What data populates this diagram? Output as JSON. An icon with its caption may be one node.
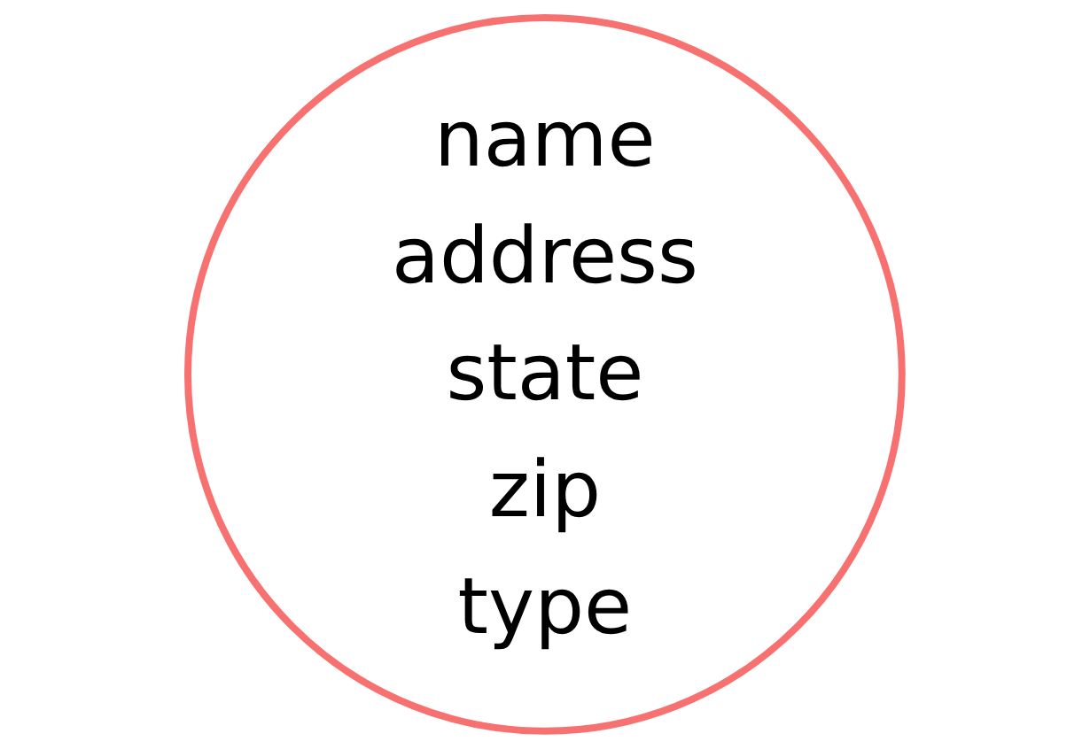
{
  "diagram": {
    "nodes": [
      {
        "text": [
          "name",
          "address",
          "state",
          "zip",
          "type"
        ]
      }
    ],
    "edges": []
  }
}
